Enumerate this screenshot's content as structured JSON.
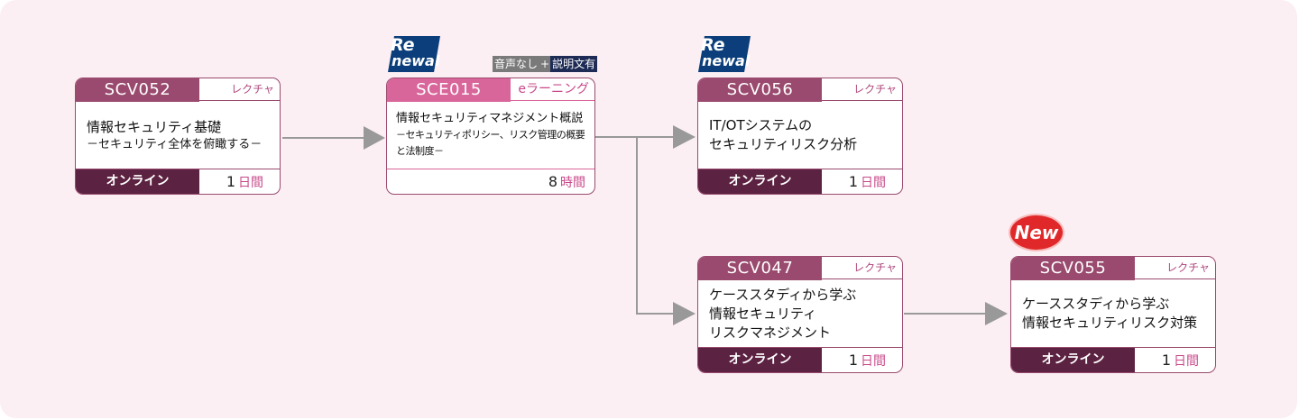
{
  "colors": {
    "background": "#fbeff3",
    "lecture_header": "#9a4a6e",
    "elearning_header": "#d9669a",
    "footer": "#5c2241",
    "accent_text": "#c8488a",
    "arrow": "#999999",
    "renewal_badge": "#0b3e7a",
    "new_badge": "#e0282a"
  },
  "badges": {
    "renewal_top": "Re",
    "renewal_bottom": "newal",
    "new": "New",
    "audio_none": "音声なし",
    "audio_plus": "+",
    "audio_text": "説明文有"
  },
  "courses": {
    "scv052": {
      "code": "SCV052",
      "type": "レクチャ",
      "title_line1": "情報セキュリティ基礎",
      "title_line2": "－セキュリティ全体を俯瞰する－",
      "mode": "オンライン",
      "duration_num": "1",
      "duration_unit": "日間"
    },
    "sce015": {
      "code": "SCE015",
      "type": "eラーニング",
      "title_line1": "情報セキュリティマネジメント概説",
      "title_line2": "－セキュリティポリシー、リスク管理の概要と法制度－",
      "duration_num": "8",
      "duration_unit": "時間"
    },
    "scv056": {
      "code": "SCV056",
      "type": "レクチャ",
      "title_line1": "IT/OTシステムの",
      "title_line2": "セキュリティリスク分析",
      "mode": "オンライン",
      "duration_num": "1",
      "duration_unit": "日間"
    },
    "scv047": {
      "code": "SCV047",
      "type": "レクチャ",
      "title_line1": "ケーススタディから学ぶ",
      "title_line2": "情報セキュリティ",
      "title_line3": "リスクマネジメント",
      "mode": "オンライン",
      "duration_num": "1",
      "duration_unit": "日間"
    },
    "scv055": {
      "code": "SCV055",
      "type": "レクチャ",
      "title_line1": "ケーススタディから学ぶ",
      "title_line2": "情報セキュリティリスク対策",
      "mode": "オンライン",
      "duration_num": "1",
      "duration_unit": "日間"
    }
  }
}
